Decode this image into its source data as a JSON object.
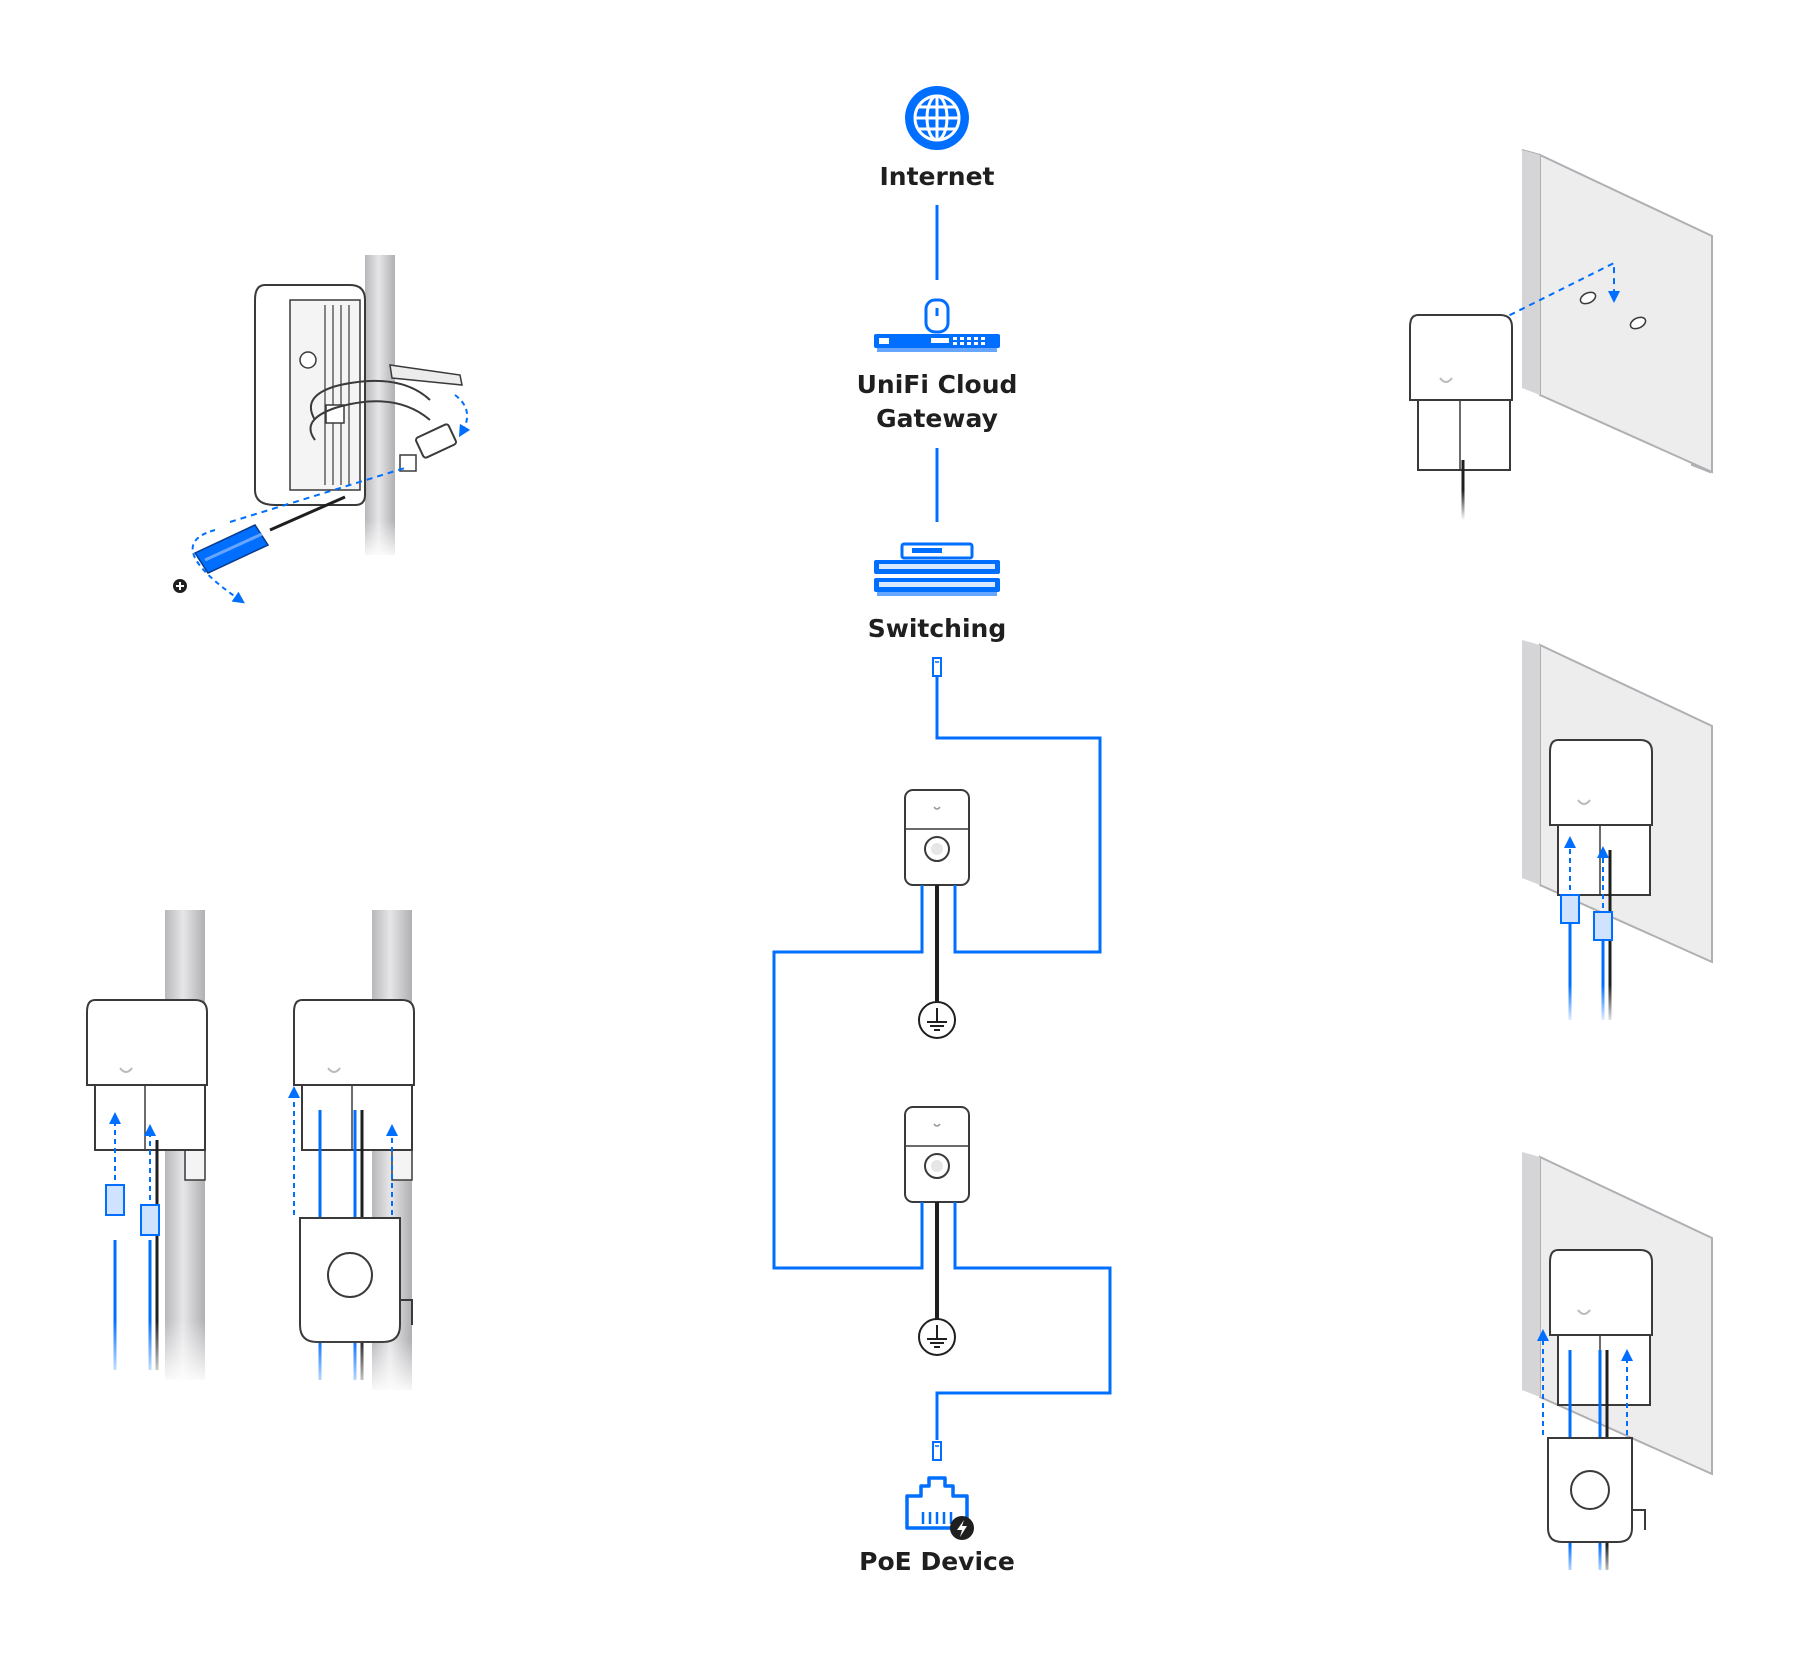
{
  "colors": {
    "accent": "#006fff",
    "ink": "#1f1f1f",
    "device_fill": "#ffffff",
    "device_stroke": "#3a3a3a",
    "pole": "#c9c9cc",
    "wall": "#ededee"
  },
  "nodes": {
    "internet": {
      "label": "Internet",
      "icon": "globe-icon"
    },
    "gateway": {
      "label": "UniFi Cloud\nGateway",
      "icon": "cloud-gateway-icon"
    },
    "switching": {
      "label": "Switching",
      "icon": "switch-stack-icon"
    },
    "surge_protector_1": {
      "icon": "surge-protector-icon"
    },
    "surge_protector_2": {
      "icon": "surge-protector-icon"
    },
    "ground_1": {
      "icon": "ground-icon"
    },
    "ground_2": {
      "icon": "ground-icon"
    },
    "poe_device": {
      "label": "PoE Device",
      "icon": "rj45-port-poe-icon"
    }
  },
  "illustrations": {
    "pole_mount_strap": "pole-mount-strap-illustration",
    "pole_cable_connect": "pole-cable-connect-illustration",
    "pole_cover_install": "pole-cover-install-illustration",
    "wall_mount_screws": "wall-mount-screws-illustration",
    "wall_cable_connect": "wall-cable-connect-illustration",
    "wall_cover_install": "wall-cover-install-illustration"
  }
}
